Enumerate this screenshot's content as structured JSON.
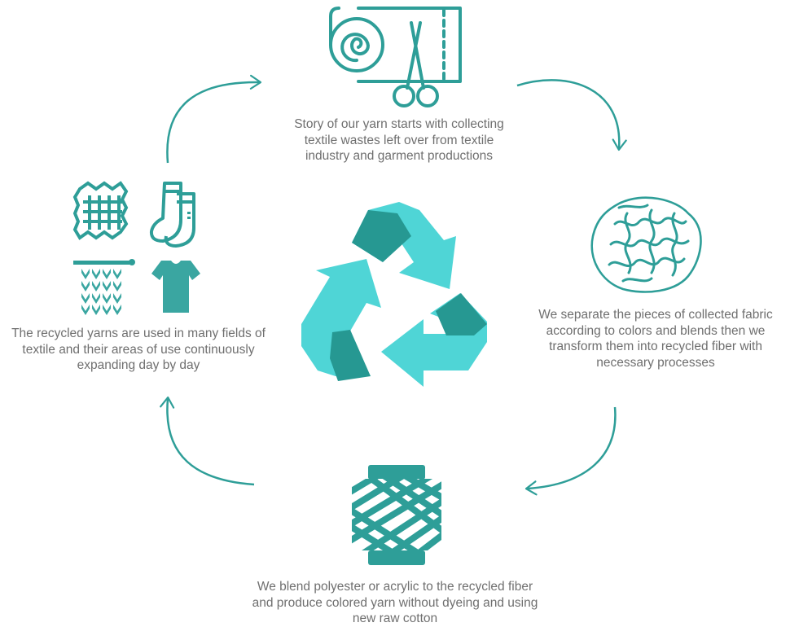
{
  "colors": {
    "teal": "#2e9e98",
    "teal_dark": "#269892",
    "teal_light": "#4fd5d6",
    "text": "#6f6f6f"
  },
  "steps": [
    {
      "icon": "fabric-roll-scissors-icon",
      "text": "Story of our yarn starts with collecting\ntextile wastes left over from textile\nindustry and garment productions"
    },
    {
      "icon": "fiber-tangle-icon",
      "text": "We separate the pieces of collected fabric\naccording to colors and blends then we\ntransform them into recycled fiber with\nnecessary processes"
    },
    {
      "icon": "yarn-spool-icon",
      "text": "We blend polyester or acrylic to the recycled fiber\nand produce colored yarn without dyeing and using\nnew raw cotton"
    },
    {
      "icon": "textile-products-icon",
      "text": "The recycled yarns are used in many fields of\ntextile and their areas of use continuously\nexpanding day by day"
    }
  ],
  "center_icon": "recycle-icon"
}
